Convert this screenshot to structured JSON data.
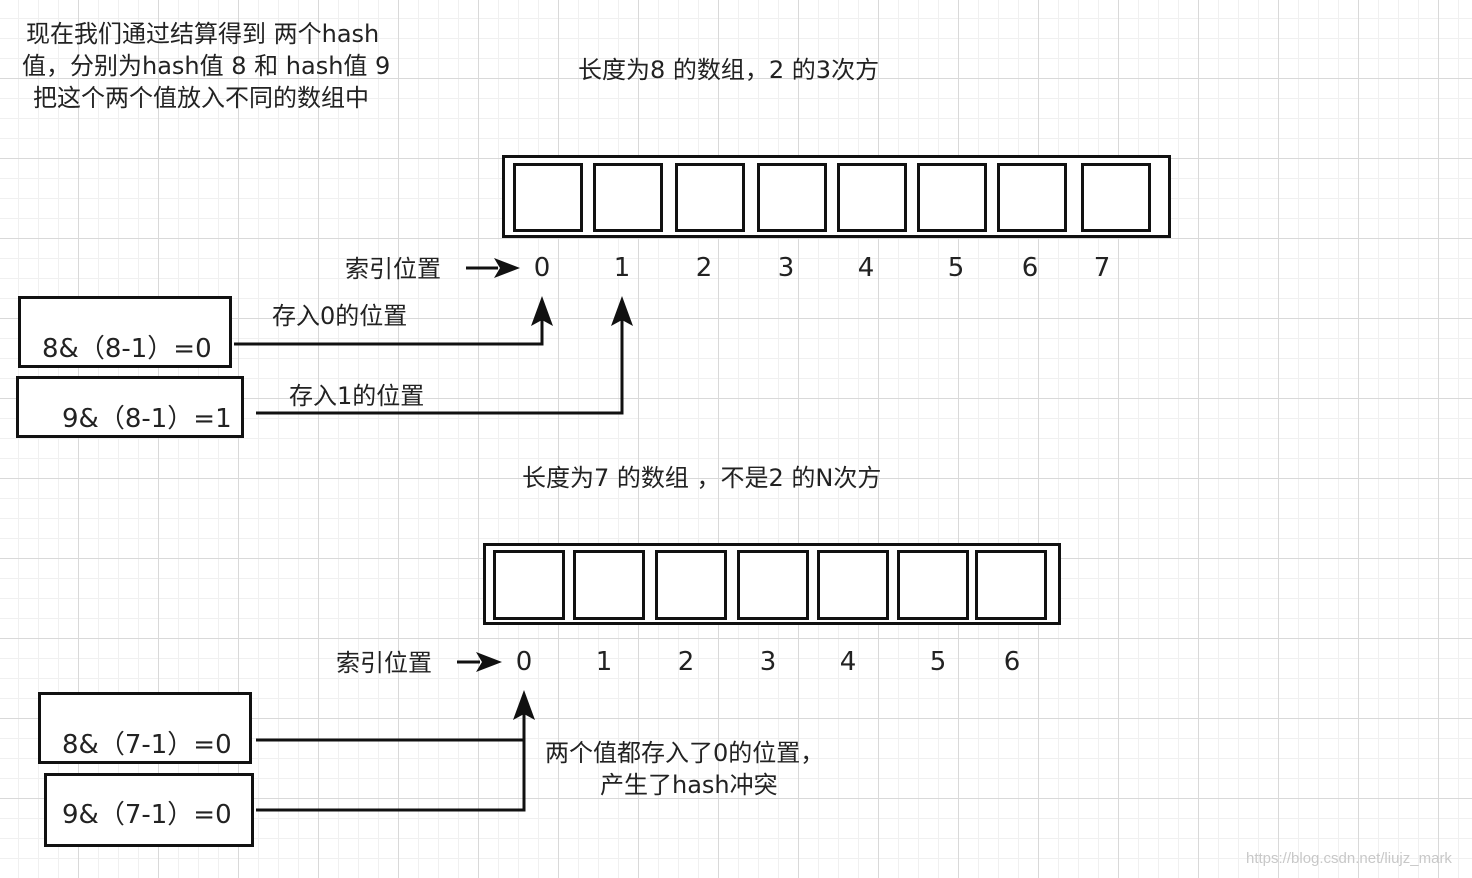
{
  "intro": {
    "line1": "现在我们通过结算得到 两个hash",
    "line2": "值，分别为hash值 8 和 hash值 9",
    "line3": "把这个两个值放入不同的数组中"
  },
  "top": {
    "title": "长度为8 的数组，2 的3次方",
    "index_label": "索引位置",
    "indices": [
      "0",
      "1",
      "2",
      "3",
      "4",
      "5",
      "6",
      "7"
    ],
    "boxes": [
      "8&（8-1）=0",
      "9&（8-1）=1"
    ],
    "notes": [
      "存入0的位置",
      "存入1的位置"
    ]
  },
  "bottom": {
    "title": "长度为7 的数组 ，不是2 的N次方",
    "index_label": "索引位置",
    "indices": [
      "0",
      "1",
      "2",
      "3",
      "4",
      "5",
      "6"
    ],
    "boxes": [
      "8&（7-1）=0",
      "9&（7-1）=0"
    ],
    "note_line1": "两个值都存入了0的位置，",
    "note_line2": "产生了hash冲突"
  },
  "watermark": "https://blog.csdn.net/liujz_mark"
}
